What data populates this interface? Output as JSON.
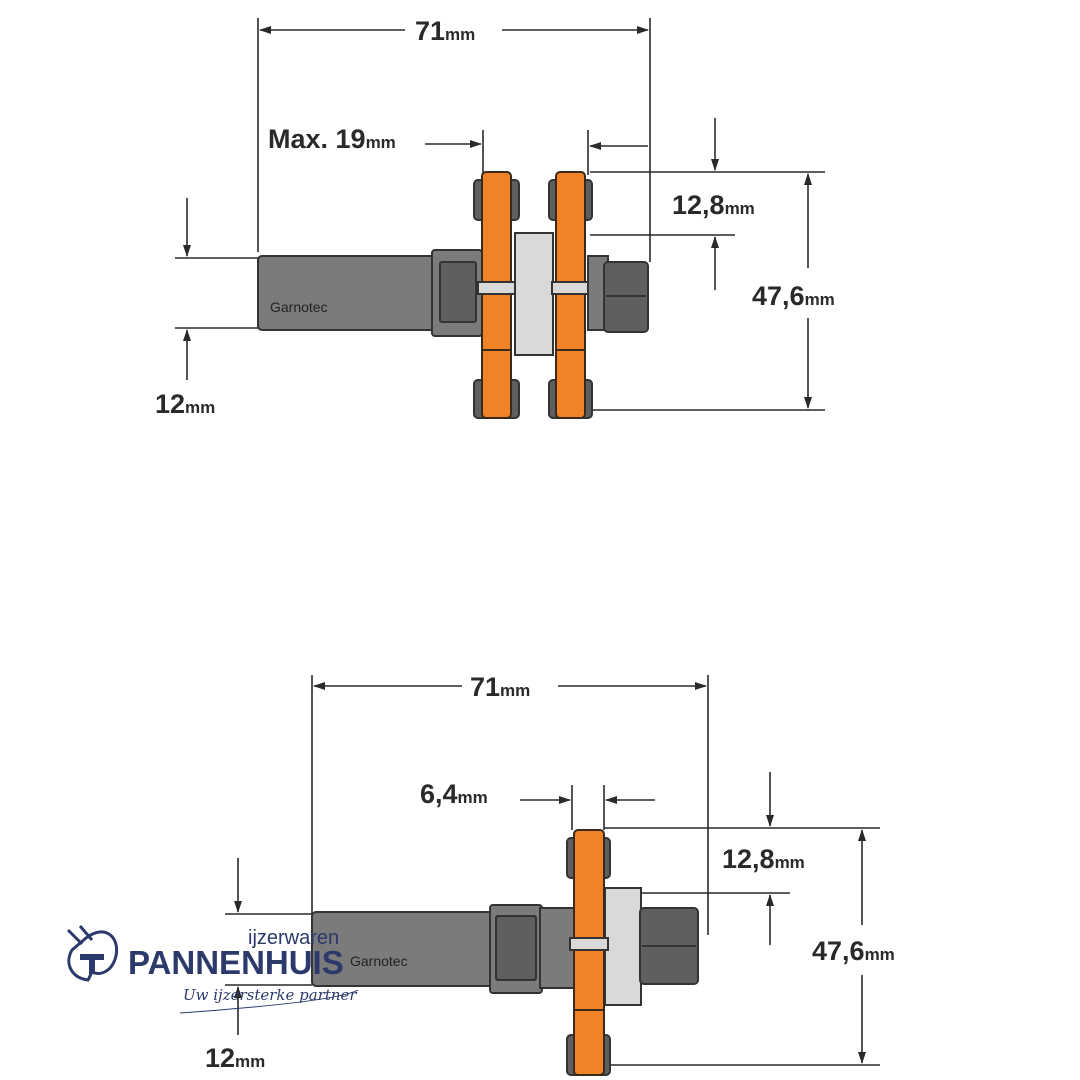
{
  "top_diagram": {
    "overall_length": {
      "value": "71",
      "unit": "mm"
    },
    "max_cut": {
      "value": "Max. 19",
      "unit": "mm"
    },
    "bearing_offset": {
      "value": "12,8",
      "unit": "mm"
    },
    "cut_diameter": {
      "value": "47,6",
      "unit": "mm"
    },
    "shank_diameter": {
      "value": "12",
      "unit": "mm"
    },
    "brand_on_shank": "Garnotec"
  },
  "bottom_diagram": {
    "overall_length": {
      "value": "71",
      "unit": "mm"
    },
    "cut_width": {
      "value": "6,4",
      "unit": "mm"
    },
    "bearing_offset": {
      "value": "12,8",
      "unit": "mm"
    },
    "cut_diameter": {
      "value": "47,6",
      "unit": "mm"
    },
    "shank_diameter": {
      "value": "12",
      "unit": "mm"
    },
    "brand_on_shank": "Garnotec"
  },
  "watermark": {
    "sub": "ijzerwaren",
    "name": "PANNENHUIS",
    "tagline": "Uw ijzersterke partner"
  },
  "colors": {
    "cutter": "#f08228",
    "shank": "#7b7b7b",
    "logo": "#2b3a6b"
  }
}
